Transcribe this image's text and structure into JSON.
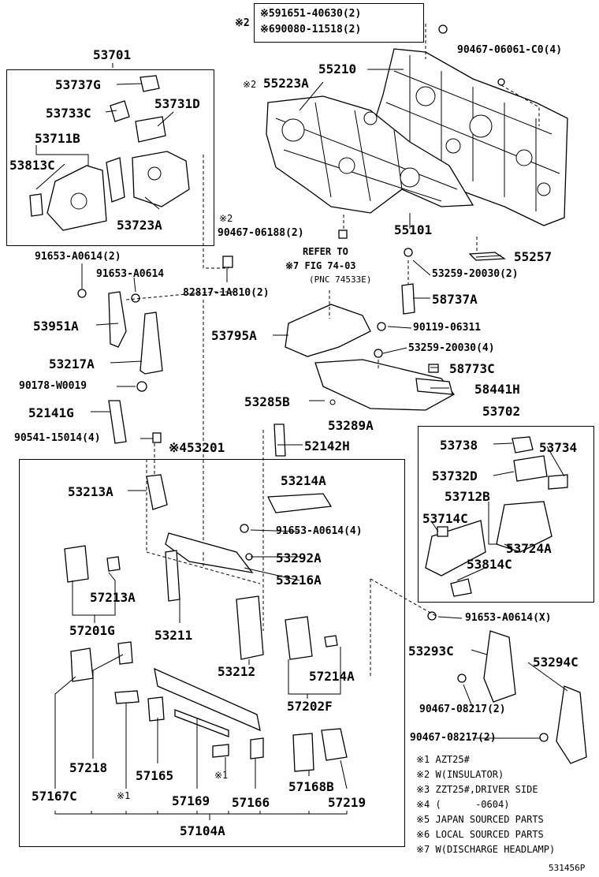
{
  "diagram_code": "531456P",
  "top_note": {
    "marker": "※2",
    "line1": "※591651-40630(2)",
    "line2": "※690080-11518(2)"
  },
  "labels": {
    "p53701": "53701",
    "p53737G": "53737G",
    "p53733C": "53733C",
    "p53731D": "53731D",
    "p53711B": "53711B",
    "p53813C": "53813C",
    "p53723A": "53723A",
    "p55210": "55210",
    "p90467_06061": "90467-06061-C0(4)",
    "p55223A_mark": "※2",
    "p55223A": "55223A",
    "p90467_06188_mark": "※2",
    "p90467_06188": "90467-06188(2)",
    "p55101": "55101",
    "p55257": "55257",
    "p91653_A0614_2": "91653-A0614(2)",
    "p91653_A0614": "91653-A0614",
    "p82817": "82817-1A810(2)",
    "refer1": "REFER TO",
    "refer2": "※7 FIG 74-03",
    "refer3": "(PNC 74533E)",
    "p53259_2": "53259-20030(2)",
    "p58737A": "58737A",
    "p53951A": "53951A",
    "p53795A": "53795A",
    "p90119": "90119-06311",
    "p53259_4": "53259-20030(4)",
    "p53217A": "53217A",
    "p58773C": "58773C",
    "p90178": "90178-W0019",
    "p58441H": "58441H",
    "p53285B": "53285B",
    "p53289A": "53289A",
    "p52141G": "52141G",
    "p53702": "53702",
    "p90541": "90541-15014(4)",
    "p52142H": "52142H",
    "p453201": "※453201",
    "p53738": "53738",
    "p53734": "53734",
    "p53214A": "53214A",
    "p53213A": "53213A",
    "p53732D": "53732D",
    "p53712B": "53712B",
    "p91653_A0614_4": "91653-A0614(4)",
    "p53714C": "53714C",
    "p53724A": "53724A",
    "p53292A": "53292A",
    "p53814C": "53814C",
    "p57213A": "57213A",
    "p53216A": "53216A",
    "p91653_X": "91653-A0614(X)",
    "p57201G": "57201G",
    "p53211": "53211",
    "p53293C": "53293C",
    "p53294C": "53294C",
    "p53212": "53212",
    "p57214A": "57214A",
    "p90467_08217_a": "90467-08217(2)",
    "p57202F": "57202F",
    "p90467_08217_b": "90467-08217(2)",
    "p57218": "57218",
    "p57165": "57165",
    "p57169": "57169",
    "p57166": "57166",
    "mark1a": "※1",
    "mark1b": "※1",
    "p57167C": "57167C",
    "p57168B": "57168B",
    "p57219": "57219",
    "p57104A": "57104A"
  },
  "legend": [
    "※1 AZT25#",
    "※2 W(INSULATOR)",
    "※3 ZZT25#,DRIVER SIDE",
    "※4 (      -0604)",
    "※5 JAPAN SOURCED PARTS",
    "※6 LOCAL SOURCED PARTS",
    "※7 W(DISCHARGE HEADLAMP)"
  ]
}
